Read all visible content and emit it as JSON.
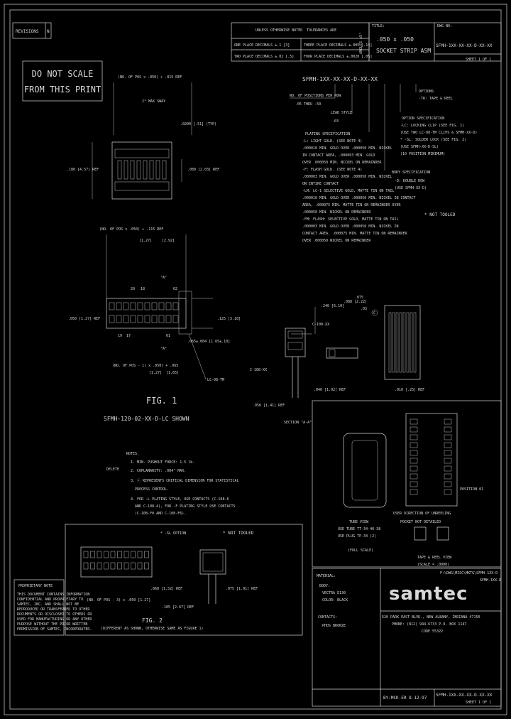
{
  "revisions": {
    "label": "REVISIONS",
    "letter": "N"
  },
  "tolerance": {
    "header_left": "UNLESS OTHERWISE NOTED",
    "header_right": "TOLERANCES ARE",
    "line1_left": "ONE PLACE DECIMALS ±.1 [3]",
    "line1_right": "THREE PLACE DECIMALS ±.005 [.13]",
    "line2_left": "TWO PLACE DECIMALS ±.02 [.5]",
    "line2_right": "FOUR PLACE DECIMALS ±.0020 [.05]",
    "angles": "ANGLES ±5°"
  },
  "title_block_top": {
    "title_label": "TITLE:",
    "title": ".050 x .050 SOCKET STRIP ASM",
    "dwg_label": "DWG NO:",
    "dwg_no": "SFMH-1XX-XX-XX-D-XX-XX",
    "sheet": "SHEET 1 OF 1"
  },
  "do_not_scale": {
    "line1": "DO NOT SCALE",
    "line2": "FROM THIS PRINT"
  },
  "part_number": {
    "code": "SFMH-1XX-XX-XX-D-XX-XX",
    "positions_label": "NO. OF POSITIONS PER ROW",
    "positions_range": "-05 THRU -50",
    "lead_style_label": "LEAD STYLE",
    "lead_style": "-03",
    "plating_label": "PLATING SPECIFICATION",
    "plating_lines": [
      "-L: LIGHT GOLD. (SEE NOTE 4)",
      ".000010 MIN. GOLD OVER .000050 MIN. NICKEL",
      "IN CONTACT AREA, .000003 MIN. GOLD",
      "OVER .000050 MIN. NICKEL ON REMAINDER",
      "-F: FLASH GOLD. (SEE NOTE 4)",
      ".000003 MIN. GOLD OVER .000050 MIN. NICKEL",
      "ON ENTIRE CONTACT",
      "-LM: LC-1 SELECTIVE GOLD, MATTE TIN ON TAIL",
      ".000010 MIN. GOLD OVER .000050 MIN. NICKEL IN CONTACT",
      "AREA, .000075 MIN. MATTE TIN ON REMAINDER OVER",
      ".000050 MIN. NICKEL ON REMAINDER",
      "-FM: FLASH: SELECTIVE GOLD, MATTE TIN ON TAIL",
      ".000003 MIN. GOLD OVER .000050 MIN. NICKEL IN",
      "CONTACT AREA, .000075 MIN. MATTE TIN ON REMAINDER",
      "OVER .000050 NICKEL ON REMAINDER"
    ],
    "options_label": "OPTIONS",
    "options_tr": "-TR: TAPE & REEL",
    "option_spec_label": "OPTION SPECIFICATION",
    "option_spec_lines": [
      "-LC: LOCKING CLIP (SEE FIG. 1)",
      "(USE TWO LC-08-TM CLIPS & SFMH-XX-D)",
      "* -SL: SOLDER LOCK (SEE FIG. 2)",
      "(USE SFMH-XX-D-SL)",
      "(10 POSITION MINIMUM)"
    ],
    "body_spec_label": "BODY SPECIFICATION",
    "body_spec_lines": [
      "-D: DOUBLE ROW",
      "(USE SFMH-XX-D)"
    ],
    "not_tooled": "* NOT TOOLED"
  },
  "top_view": {
    "dim_top": "(NO. OF POS x .050) + .015 REF",
    "max_sway": "2° MAX SWAY",
    "dim_typ": ".0200 [.51] (TYP)",
    "dim_left": ".180 [4.57] REF",
    "dim_right": ".080 [2.03] REF"
  },
  "front_view": {
    "dim_top": "(NO. OF POS x .050) + .115 REF",
    "dim_127": "[1.27]",
    "dim_292": "[2.92]",
    "pin_20": "20",
    "pin_18": "18",
    "pin_02": "02",
    "pin_19": "19",
    "pin_17": "17",
    "pin_01": "01",
    "label_a_top": "\"A\"",
    "label_a_bottom": "\"A\"",
    "dim_050": ".050 [1.27] REF",
    "dim_125": ".125 [3.18]",
    "dim_065": ".065±.004 [1.65±.10]",
    "dim_bottom": "(NO. OF POS - 1) x .050) + .065",
    "dim_bottom_127": "[1.27]",
    "dim_bottom_165": "[1.65]",
    "lc_label": "LC-08-TM"
  },
  "fig1": {
    "label": "FIG. 1",
    "caption": "SFMH-120-02-XX-D-LC SHOWN"
  },
  "section_view": {
    "dim_240": ".240 [6.10]",
    "dim_088": ".088 [2.22]",
    "dim_075": ".075",
    "dim_03": ".03",
    "contact1": "C-108-XX",
    "contact2": "C-108-XX",
    "dim_040": ".040 [1.02] REF",
    "dim_056": ".056 [1.41] REF",
    "dim_010": ".010 [.25] REF",
    "section_label": "SECTION \"A-A\"",
    "critical_mark": "C"
  },
  "notes": {
    "title": "NOTES:",
    "delete": "DELETE",
    "n1": "1. MIN. PUSHOUT FORCE: 1.5 lb.",
    "n2": "2. COPLANARITY: .004\" MAX.",
    "n3a": "3. ⓒ REPRESENTS CRITICAL DIMENSION FOR STATISTICAL",
    "n3b": "PROCESS CONTROL.",
    "n4a": "4. FOR -L PLATING STYLE, USE CONTACTS (C-108-6",
    "n4b": "AND C-108-4), FOR -F PLATING STYLE USE CONTACTS",
    "n4c": "(C-108-F0 AND C-108-F6)."
  },
  "tube_view": {
    "position_01": "POSITION 01",
    "direction_a": "USER DIRECTION OF UNREELING",
    "direction_b": "POCKET NOT DETAILED",
    "tube_label": "TUBE VIEW",
    "tube_line1": "USE TUBE TT-34-40-38",
    "tube_line2": "USE PLUG TP-34 (2)",
    "full_scale": "(FULL SCALE)",
    "tape_label": "TAPE & REEL VIEW",
    "tape_scale": "(SCALE = .0000)"
  },
  "fig2": {
    "sl_option": "* -SL OPTION",
    "not_tooled": "* NOT TOOLED",
    "dim_060": ".060 [1.52] REF",
    "dim_075": ".075 [1.91] REF",
    "dim_pos": "(NO. OF POS - 3) x .050 [1.27]",
    "dim_105": ".105 [2.67] REF",
    "label": "FIG. 2",
    "caption": "(DIFFERENT AS SHOWN, OTHERWISE SAME AS FIGURE 1)"
  },
  "proprietary": {
    "title": "PROPRIETARY NOTE",
    "lines": [
      "THIS DOCUMENT CONTAINS INFORMATION",
      "CONFIDENTIAL AND PROPRIETARY TO",
      "SAMTEC, INC. AND SHALL NOT BE",
      "REPRODUCED OR TRANSFERRED TO OTHER",
      "DOCUMENTS OR DISCLOSED TO OTHERS OR",
      "USED FOR MANUFACTURING OR ANY OTHER",
      "PURPOSE WITHOUT THE PRIOR WRITTEN",
      "PERMISSION OF SAMTEC, INCORPORATED."
    ]
  },
  "material": {
    "title": "MATERIAL:",
    "body": "BODY:",
    "body_val": "VECTRA E130",
    "color": "COLOR: BLACK",
    "contacts": "CONTACTS:",
    "contacts_val": "PHOS BRONZE"
  },
  "company": {
    "file_path": "F:\\DWG\\MISC\\MKTG\\SFMH-1XX-D",
    "file_path2": "SFMH-1XX-D",
    "logo": "samtec",
    "addr1": "520 PARK EAST BLVD., NEW ALBANY, INDIANA 47150",
    "addr2": "PHONE: (812) 944-6733  P.O. BOX 1147",
    "addr3": "CODE 55322",
    "by": "BY:MCK-ER 8-12-97",
    "dwg_no": "SFMH-1XX-XX-XX-D-XX-XX",
    "sheet": "SHEET 1 OF 1"
  }
}
